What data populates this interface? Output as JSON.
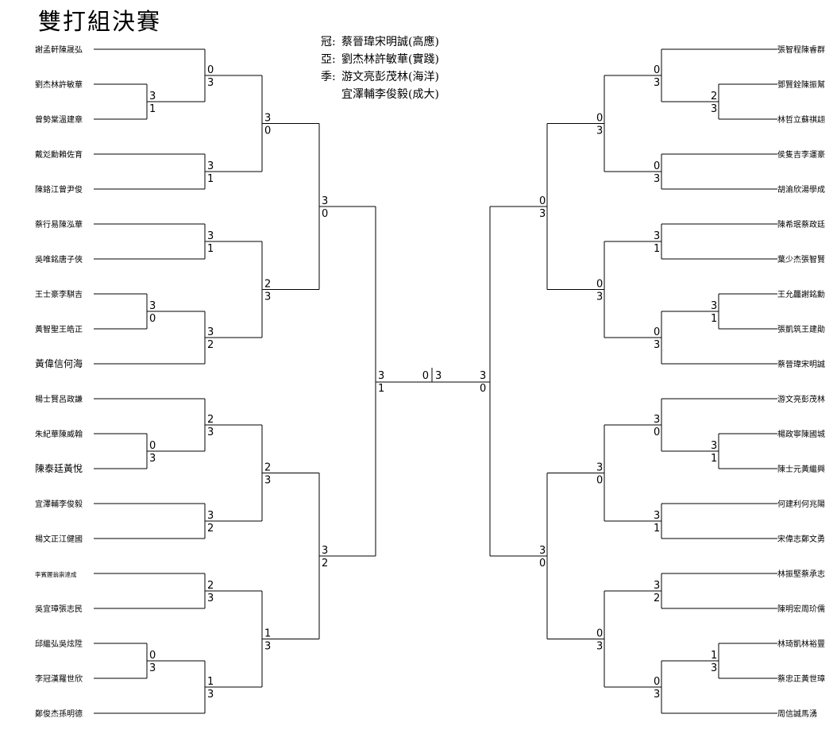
{
  "title": "雙打組決賽",
  "medals": [
    {
      "label": "冠:",
      "text": "蔡晉瑋宋明誠(高應)"
    },
    {
      "label": "亞:",
      "text": "劉杰林許敏華(實踐)"
    },
    {
      "label": "季:",
      "text": "游文亮彭茂林(海洋)"
    },
    {
      "label": "",
      "text": "宜澤輔李俊毅(成大)"
    }
  ],
  "left_players": [
    "謝孟軒陳晟弘",
    "劉杰林許敏華",
    "曾勢棠溫建章",
    "戴彣勳賴佐育",
    "陳鉻江曾尹俊",
    "蔡行易陳泓華",
    "吳唯銘唐子俠",
    "王士豪李騏吉",
    "黃智聖王皓正",
    "黃偉信何海",
    "楊士賢呂政謙",
    "朱紀華陳威翰",
    "陳泰廷黃悅",
    "宜澤輔李俊毅",
    "楊文正江健國",
    "李賓鏗翁崇達成",
    "吳宜璋張志民",
    "邱繼弘吳炫陞",
    "李冠漢羅世欣",
    "鄭俊杰孫明德"
  ],
  "right_players": [
    "張智程陳睿群",
    "鄧賢銓陳振幫",
    "林哲立蘇祺翃",
    "侯隻吉李運豪",
    "胡渝欣湯學成",
    "陳希珉蔡政廷",
    "葉少杰張智賢",
    "王允龘謝銘勳",
    "張凱筑王建勛",
    "蔡晉瑋宋明誠",
    "游文亮彭茂林",
    "楊政寧陳國城",
    "陳士元黃繼興",
    "何建利何兆陽",
    "宋偉志鄭文勇",
    "林振堅蔡承志",
    "陳明宏周玠儒",
    "林琦凱林裕豐",
    "蔡忠正黃世璋",
    "周信誠馬湧"
  ],
  "scores": {
    "L_r0": [
      [
        "3",
        "1"
      ],
      [
        "3",
        "0"
      ],
      [
        "0",
        "3"
      ]
    ],
    "L_r1": [
      [
        "0",
        "3"
      ],
      [
        "3",
        "1"
      ],
      [
        "3",
        "1"
      ],
      [
        "3",
        "2"
      ],
      [
        "2",
        "3"
      ],
      [
        "3",
        "2"
      ],
      [
        "2",
        "3"
      ],
      [
        "1",
        "3"
      ]
    ],
    "L_r2": [
      [
        "3",
        "0"
      ],
      [
        "2",
        "3"
      ],
      [
        "2",
        "3"
      ],
      [
        "1",
        "3"
      ]
    ],
    "L_r3": [
      [
        "3",
        "0"
      ],
      [
        "3",
        "2"
      ]
    ],
    "L_r4": [
      "3",
      "1"
    ],
    "R_r0": [
      [
        "2",
        "3"
      ],
      [
        "3",
        "1"
      ],
      [
        "3",
        "1"
      ],
      [
        "1",
        "3"
      ]
    ],
    "R_r1": [
      [
        "0",
        "3"
      ],
      [
        "0",
        "3"
      ],
      [
        "3",
        "1"
      ],
      [
        "0",
        "3"
      ],
      [
        "3",
        "0"
      ],
      [
        "3",
        "1"
      ],
      [
        "3",
        "2"
      ],
      [
        "0",
        "3"
      ]
    ],
    "R_r2": [
      [
        "0",
        "3"
      ],
      [
        "0",
        "3"
      ],
      [
        "3",
        "0"
      ],
      [
        "0",
        "3"
      ]
    ],
    "R_r3": [
      [
        "0",
        "3"
      ],
      [
        "3",
        "0"
      ]
    ],
    "R_r4": [
      "3",
      "0"
    ],
    "final": [
      "0",
      "3"
    ]
  }
}
